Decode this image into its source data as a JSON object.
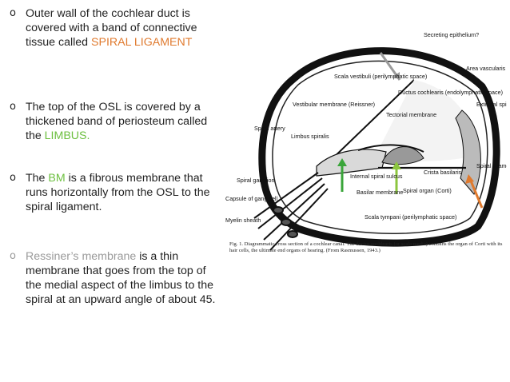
{
  "bullets": [
    {
      "marker": "o",
      "text_before": "Outer wall of the cochlear duct is covered with a band of connective tissue called ",
      "highlight": "SPIRAL LIGAMENT",
      "text_after": ""
    },
    {
      "marker": "o",
      "text_before": "The top of the OSL is covered by a thickened band of periosteum called the ",
      "highlight": "LIMBUS.",
      "text_after": ""
    },
    {
      "marker": "o",
      "text_before": "The ",
      "highlight": "BM",
      "text_after": " is a fibrous membrane that runs horizontally from the OSL to the spiral ligament."
    },
    {
      "marker": "o",
      "text_before": "",
      "highlight": "Ressiner’s membrane",
      "text_after": " is a thin membrane that goes from the top of the medial aspect of the limbus to the spiral at an upward angle of about 45."
    }
  ],
  "colors": {
    "orange": "#e07a2e",
    "green": "#6cbf3f",
    "gray": "#9a9a9a",
    "text": "#222222"
  },
  "figure": {
    "labels": {
      "secreting_epithelium": "Secreting epithelium?",
      "area_vascularis": "Area vascularis",
      "scala_vestibuli": "Scala vestibuli (perilymphatic space)",
      "ductus_cochlearis": "Ductus cochlearis (endolymphatic space)",
      "vestibular_membrane": "Vestibular membrane (Reissner)",
      "tectorial_membrane": "Tectorial membrane",
      "external_spiral_sulcus": "External spiral sulcus",
      "spiral_artery": "Spiral artery",
      "limbus_spiralis": "Limbus spiralis",
      "spiral_ganglion": "Spiral ganglion",
      "capsule_gang_cell": "Capsule of gang cell",
      "internal_spiral_sulcus": "Internal spiral sulcus",
      "crista_basilaris": "Crista basilaris",
      "spiral_ligament": "Spiral ligament",
      "basilar_membrane": "Basilar membrane",
      "spiral_organ": "Spiral organ (Corti)",
      "myelin_sheath": "Myelin sheath",
      "scala_tympani": "Scala tympani (perilymphatic space)"
    },
    "caption": "Fig. 1. Diagrammatic cross section of a cochlear canal. The ductus cochlearis (or scala media) contains the organ of Corti with its hair cells, the ultimate end organs of hearing. (From Rasmussen, 1943.)"
  }
}
